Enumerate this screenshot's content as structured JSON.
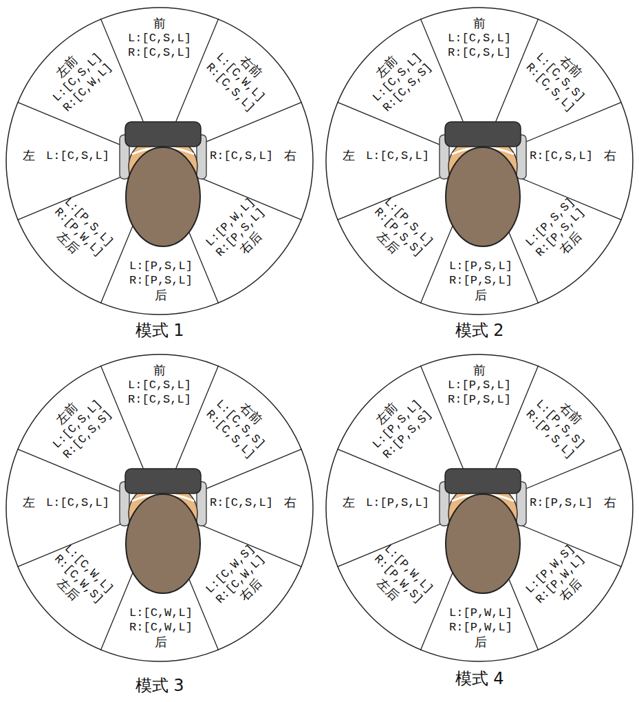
{
  "diagram": {
    "nodes": [
      {
        "text": [
          "模式 1"
        ]
      },
      {
        "text": [
          "前",
          "L:[C,S,L]",
          "R:[C,S,L]"
        ],
        "in": 0
      },
      {
        "text": [
          "右前",
          "L:[C,W,L]",
          "R:[C,S,L]"
        ],
        "in": 0
      },
      {
        "text": [
          "R:[C,S,L]",
          "右"
        ],
        "in": 0
      },
      {
        "text": [
          "L:[P,W,L]",
          "R:[P,S,L]",
          "右后"
        ],
        "in": 0
      },
      {
        "text": [
          "L:[P,S,L]",
          "R:[P,S,L]",
          "后"
        ],
        "in": 0
      },
      {
        "text": [
          "L:[P,S,L]",
          "R:[P,W,L]",
          "左后"
        ],
        "in": 0
      },
      {
        "text": [
          "左",
          "L:[C,S,L]"
        ],
        "in": 0
      },
      {
        "text": [
          "左前",
          "L:[C,S,L]",
          "R:[C,W,L]"
        ],
        "in": 0
      },
      {
        "text": [
          "模式 2"
        ]
      },
      {
        "text": [
          "前",
          "L:[C,S,L]",
          "R:[C,S,L]"
        ],
        "in": 9
      },
      {
        "text": [
          "右前",
          "L:[C,S,S]",
          "R:[C,S,L]"
        ],
        "in": 9
      },
      {
        "text": [
          "R:[C,S,L]",
          "右"
        ],
        "in": 9
      },
      {
        "text": [
          "L:[P,S,S]",
          "R:[P,S,L]",
          "右后"
        ],
        "in": 9
      },
      {
        "text": [
          "L:[P,S,L]",
          "R:[P,S,L]",
          "后"
        ],
        "in": 9
      },
      {
        "text": [
          "L:[P,S,L]",
          "R:[P,S,S]",
          "左后"
        ],
        "in": 9
      },
      {
        "text": [
          "左",
          "L:[C,S,L]"
        ],
        "in": 9
      },
      {
        "text": [
          "左前",
          "L:[C,S,L]",
          "R:[C,S,S]"
        ],
        "in": 9
      },
      {
        "text": [
          "模式 3"
        ]
      },
      {
        "text": [
          "前",
          "L:[C,S,L]",
          "R:[C,S,L]"
        ],
        "in": 18
      },
      {
        "text": [
          "右前",
          "L:[C,S,S]",
          "R:[C,S,L]"
        ],
        "in": 18
      },
      {
        "text": [
          "R:[C,S,L]",
          "右"
        ],
        "in": 18
      },
      {
        "text": [
          "L:[C,W,S]",
          "R:[C,W,L]",
          "右后"
        ],
        "in": 18
      },
      {
        "text": [
          "L:[C,W,L]",
          "R:[C,W,L]",
          "后"
        ],
        "in": 18
      },
      {
        "text": [
          "L:[C,W,L]",
          "R:[C,W,S]",
          "左后"
        ],
        "in": 18
      },
      {
        "text": [
          "左",
          "L:[C,S,L]"
        ],
        "in": 18
      },
      {
        "text": [
          "左前",
          "L:[C,S,L]",
          "R:[C,S,S]"
        ],
        "in": 18
      },
      {
        "text": [
          "模式 4"
        ]
      },
      {
        "text": [
          "前",
          "L:[P,S,L]",
          "R:[P,S,L]"
        ],
        "in": 27
      },
      {
        "text": [
          "右前",
          "L:[P,S,S]",
          "R:[P,S,L]"
        ],
        "in": 27
      },
      {
        "text": [
          "R:[P,S,L]",
          "右"
        ],
        "in": 27
      },
      {
        "text": [
          "L:[P,W,S]",
          "R:[P,W,L]",
          "右后"
        ],
        "in": 27
      },
      {
        "text": [
          "L:[P,W,L]",
          "R:[P,W,L]",
          "后"
        ],
        "in": 27
      },
      {
        "text": [
          "L:[P,W,L]",
          "R:[P,W,S]",
          "左后"
        ],
        "in": 27
      },
      {
        "text": [
          "左",
          "L:[P,S,L]"
        ],
        "in": 27
      },
      {
        "text": [
          "左前",
          "L:[P,S,L]",
          "R:[P,S,S]"
        ],
        "in": 27
      }
    ]
  }
}
